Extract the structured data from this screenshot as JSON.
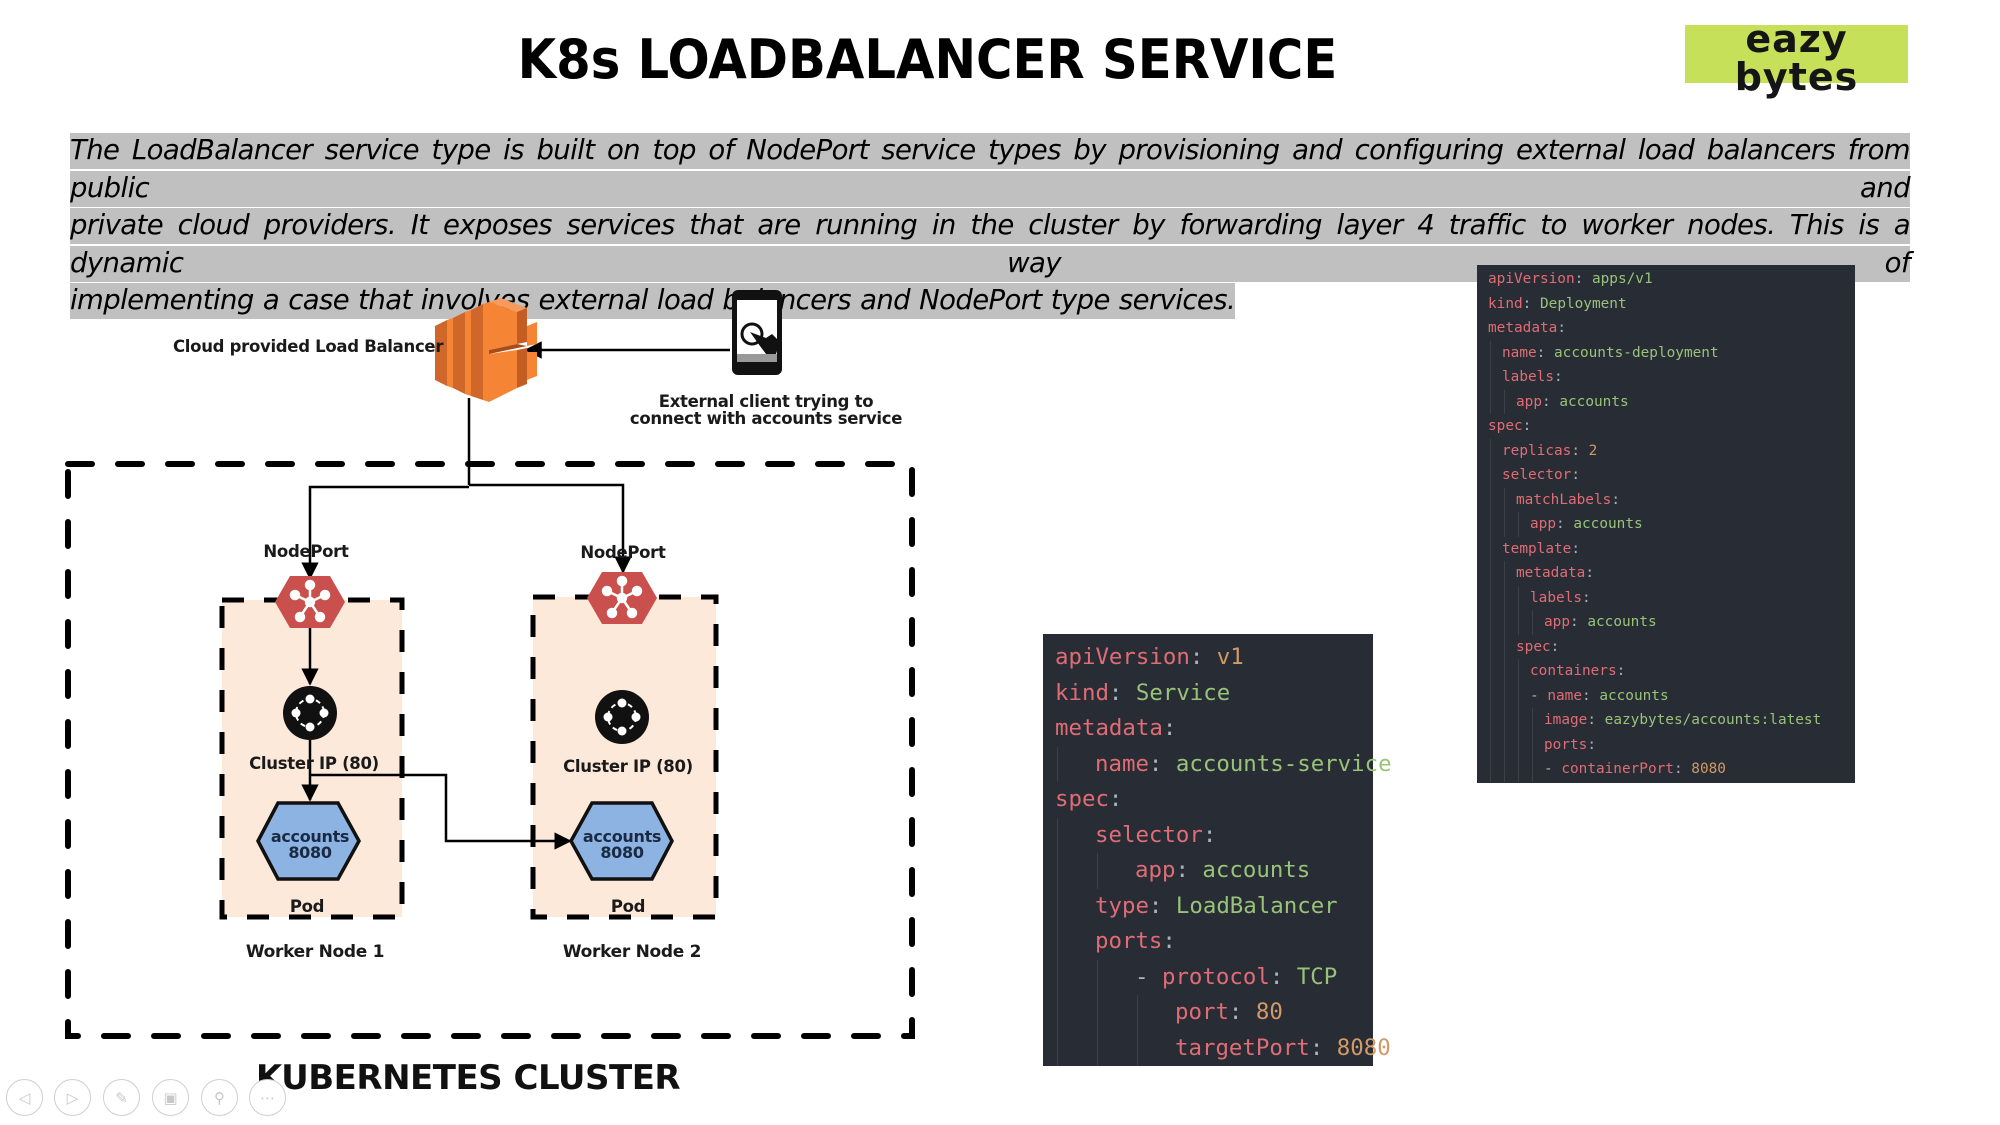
{
  "header": {
    "title": "K8s LOADBALANCER SERVICE",
    "logo": {
      "line1": "eazy",
      "line2": "bytes",
      "bg_color": "#c7e05a"
    }
  },
  "intro": {
    "lines": [
      "The LoadBalancer service type is built on top of NodePort service types by provisioning and configuring external load balancers from public and",
      "private cloud providers. It exposes services that are running in the cluster by forwarding layer 4 traffic to worker nodes. This is a dynamic way of",
      "implementing a case that involves external load balancers and NodePort type services."
    ],
    "highlight_color": "#c0c0c0"
  },
  "diagram": {
    "load_balancer_label": "Cloud provided Load Balancer",
    "client_label_line1": "External client trying to",
    "client_label_line2": "connect with accounts service",
    "cluster_label": "KUBERNETES CLUSTER",
    "nodes": [
      {
        "name": "Worker Node 1",
        "nodeport_label": "NodePort",
        "clusterip_label": "Cluster IP (80)",
        "pod_name": "accounts",
        "pod_port": "8080",
        "pod_label": "Pod"
      },
      {
        "name": "Worker Node 2",
        "nodeport_label": "NodePort",
        "clusterip_label": "Cluster IP (80)",
        "pod_name": "accounts",
        "pod_port": "8080",
        "pod_label": "Pod"
      }
    ],
    "colors": {
      "load_balancer": "#f58534",
      "nodeport": "#c9504c",
      "pod": "#8db3e2",
      "worker_bg": "#fde9da"
    }
  },
  "service_yaml": [
    {
      "indent": 0,
      "key": "apiVersion",
      "value": "v1",
      "vtype": "n"
    },
    {
      "indent": 0,
      "key": "kind",
      "value": "Service",
      "vtype": "s"
    },
    {
      "indent": 0,
      "key": "metadata",
      "value": "",
      "vtype": ""
    },
    {
      "indent": 1,
      "key": "name",
      "value": "accounts-service",
      "vtype": "s"
    },
    {
      "indent": 0,
      "key": "spec",
      "value": "",
      "vtype": ""
    },
    {
      "indent": 1,
      "key": "selector",
      "value": "",
      "vtype": ""
    },
    {
      "indent": 2,
      "key": "app",
      "value": "accounts",
      "vtype": "s"
    },
    {
      "indent": 1,
      "key": "type",
      "value": "LoadBalancer",
      "vtype": "s"
    },
    {
      "indent": 1,
      "key": "ports",
      "value": "",
      "vtype": ""
    },
    {
      "indent": 2,
      "dash": true,
      "key": "protocol",
      "value": "TCP",
      "vtype": "s"
    },
    {
      "indent": 3,
      "key": "port",
      "value": "80",
      "vtype": "n"
    },
    {
      "indent": 3,
      "key": "targetPort",
      "value": "8080",
      "vtype": "n"
    }
  ],
  "deployment_yaml": [
    {
      "indent": 0,
      "key": "apiVersion",
      "value": "apps/v1",
      "vtype": "s"
    },
    {
      "indent": 0,
      "key": "kind",
      "value": "Deployment",
      "vtype": "s"
    },
    {
      "indent": 0,
      "key": "metadata",
      "value": "",
      "vtype": ""
    },
    {
      "indent": 1,
      "key": "name",
      "value": "accounts-deployment",
      "vtype": "s"
    },
    {
      "indent": 1,
      "key": "labels",
      "value": "",
      "vtype": ""
    },
    {
      "indent": 2,
      "key": "app",
      "value": "accounts",
      "vtype": "s"
    },
    {
      "indent": 0,
      "key": "spec",
      "value": "",
      "vtype": ""
    },
    {
      "indent": 1,
      "key": "replicas",
      "value": "2",
      "vtype": "n"
    },
    {
      "indent": 1,
      "key": "selector",
      "value": "",
      "vtype": ""
    },
    {
      "indent": 2,
      "key": "matchLabels",
      "value": "",
      "vtype": ""
    },
    {
      "indent": 3,
      "key": "app",
      "value": "accounts",
      "vtype": "s"
    },
    {
      "indent": 1,
      "key": "template",
      "value": "",
      "vtype": ""
    },
    {
      "indent": 2,
      "key": "metadata",
      "value": "",
      "vtype": ""
    },
    {
      "indent": 3,
      "key": "labels",
      "value": "",
      "vtype": ""
    },
    {
      "indent": 4,
      "key": "app",
      "value": "accounts",
      "vtype": "s"
    },
    {
      "indent": 2,
      "key": "spec",
      "value": "",
      "vtype": ""
    },
    {
      "indent": 3,
      "key": "containers",
      "value": "",
      "vtype": ""
    },
    {
      "indent": 3,
      "dash": true,
      "key": "name",
      "value": "accounts",
      "vtype": "s"
    },
    {
      "indent": 4,
      "key": "image",
      "value": "eazybytes/accounts:latest",
      "vtype": "s"
    },
    {
      "indent": 4,
      "key": "ports",
      "value": "",
      "vtype": ""
    },
    {
      "indent": 4,
      "dash": true,
      "key": "containerPort",
      "value": "8080",
      "vtype": "n"
    }
  ],
  "toolbar": {
    "buttons": [
      {
        "name": "previous-slide",
        "glyph": "◁"
      },
      {
        "name": "next-slide",
        "glyph": "▷"
      },
      {
        "name": "pen",
        "glyph": "✎"
      },
      {
        "name": "slides-overview",
        "glyph": "▣"
      },
      {
        "name": "zoom",
        "glyph": "⚲"
      },
      {
        "name": "more",
        "glyph": "⋯"
      }
    ]
  }
}
